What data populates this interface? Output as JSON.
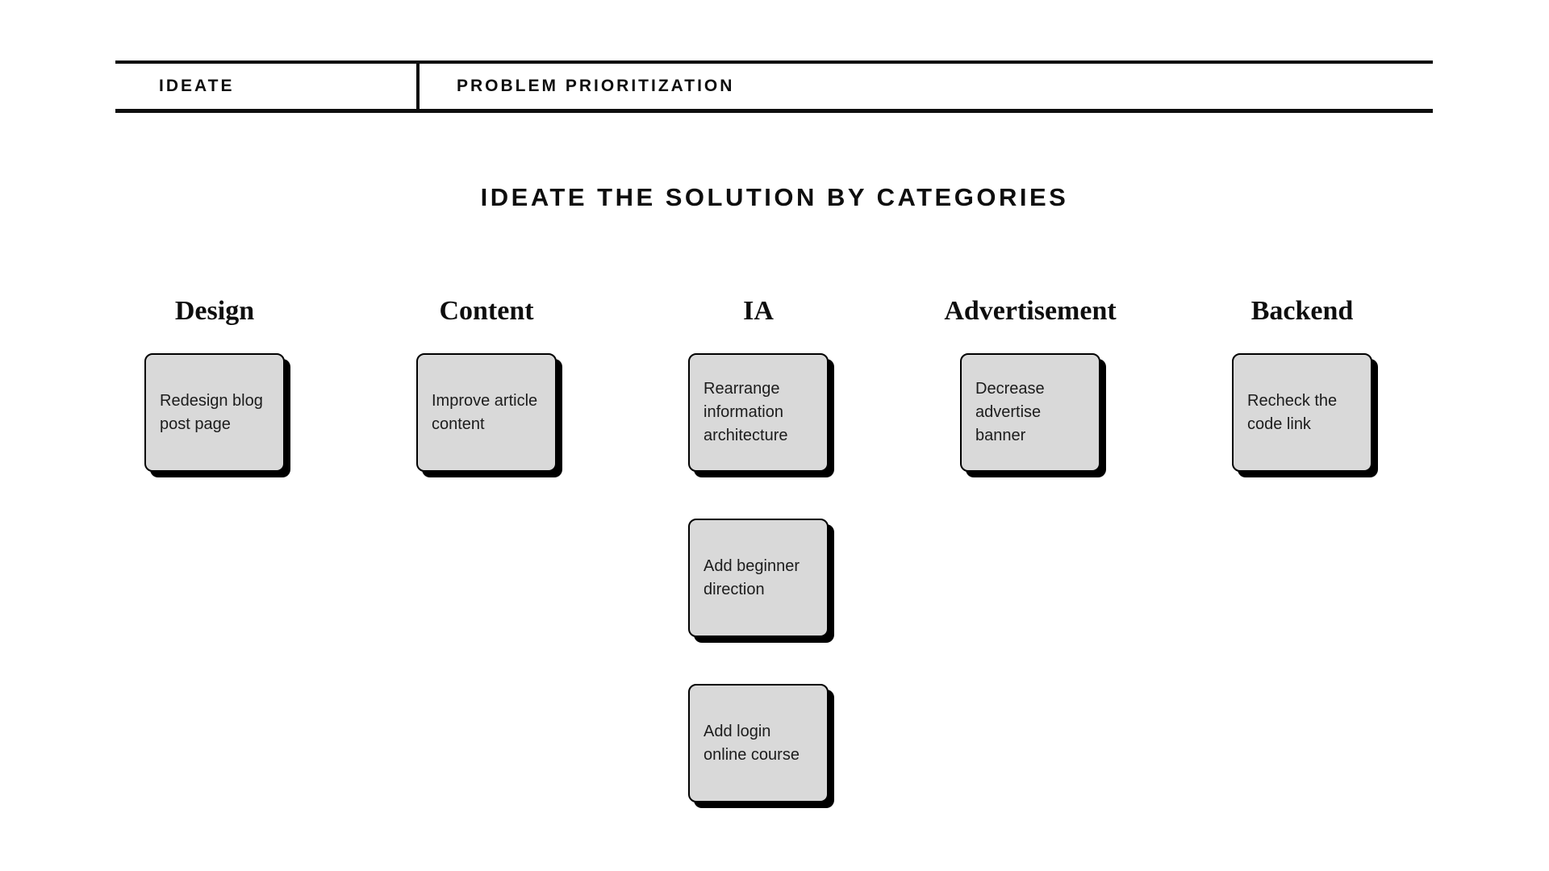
{
  "board": {
    "tabs": [
      {
        "label": "IDEATE"
      },
      {
        "label": "PROBLEM PRIORITIZATION"
      }
    ],
    "section_title": "IDEATE THE SOLUTION BY CATEGORIES",
    "columns": [
      {
        "name": "Design",
        "cards": [
          {
            "text": "Redesign blog\npost page"
          }
        ]
      },
      {
        "name": "Content",
        "cards": [
          {
            "text": "Improve article\ncontent"
          }
        ]
      },
      {
        "name": "IA",
        "cards": [
          {
            "text": "Rearrange\ninformation\narchitecture"
          },
          {
            "text": "Add beginner\ndirection"
          },
          {
            "text": "Add login\nonline course"
          }
        ]
      },
      {
        "name": "Advertisement",
        "cards": [
          {
            "text": "Decrease\nadvertise\nbanner"
          }
        ]
      },
      {
        "name": "Backend",
        "cards": [
          {
            "text": "Recheck the\ncode link"
          }
        ]
      }
    ]
  },
  "colors": {
    "ink": "#0e0e0e",
    "card_bg": "#d9d9d9",
    "card_text": "#1c1c1c",
    "canvas_bg": "#ffffff"
  }
}
